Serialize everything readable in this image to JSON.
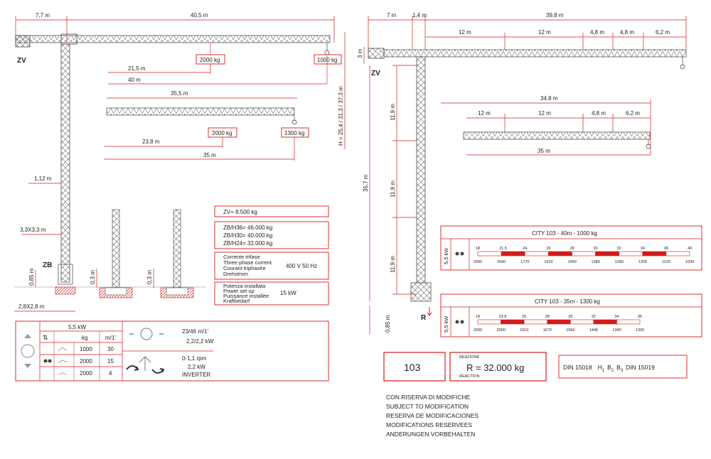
{
  "left": {
    "dim_top": [
      "7,7 m",
      "40,5 m"
    ],
    "zv": "ZV",
    "zb": "ZB",
    "main_loads": [
      "2000 kg",
      "1000 kg"
    ],
    "main_dims": [
      "21,5 m",
      "40 m"
    ],
    "height_label": "H = 25,4 / 31,3 / 37,3 m",
    "jib35_top": "35,5 m",
    "jib35_loads": [
      "2000 kg",
      "1300 kg"
    ],
    "jib35_dims": [
      "23,8 m",
      "35 m"
    ],
    "mast_width": "1,12 m",
    "base_size": "3,3X3,3 m",
    "base_height": "0,85 m",
    "base_foot": "2,8X2,8 m",
    "found_heights": [
      "0,3 m",
      "0,3 m"
    ]
  },
  "specs": {
    "zv": "ZV=     8.500 kg",
    "zb_lines": [
      "ZB/H36= 46.000 kg",
      "ZB/H30= 40.000 kg",
      "ZB/H24= 32.000 kg"
    ],
    "current_lines": [
      "Corrente trifase",
      "Three-phase current",
      "Courant triphasèe",
      "Drehstrom"
    ],
    "current_value": "400 V 50 Hz",
    "power_lines": [
      "Potenza installata",
      "Power set up",
      "Puissance installèe",
      "Kraftbedarf"
    ],
    "power_value": "15 kW"
  },
  "hoist": {
    "power": "5,5  kW",
    "col_kg": "kg",
    "col_speed": "m/1'",
    "rows": [
      {
        "kg": "1000",
        "speed": "30"
      },
      {
        "kg": "2000",
        "speed": "15"
      },
      {
        "kg": "2000",
        "speed": "4"
      }
    ],
    "trolley_speed": "23/46 m/1'",
    "trolley_power": "2,2/2,2 kW",
    "slew_speed": "0-1,1 rpm",
    "slew_power": "2,2 kW",
    "slew_drive": "INVERTER"
  },
  "right": {
    "dim_top": [
      "7 m",
      "1,4 m",
      "39,8 m"
    ],
    "segments": [
      "12 m",
      "12 m",
      "4,8 m",
      "4,8 m",
      "6,2 m"
    ],
    "head_h": "3 m",
    "zv": "ZV",
    "mast_sections": [
      "11,9 m",
      "11,9 m",
      "11,9 m"
    ],
    "total_h": "35,7 m",
    "base_h": "0,85 m",
    "r_label": "R",
    "jib35_total": "34,8 m",
    "jib35_segments": [
      "12 m",
      "12 m",
      "4,8 m",
      "6,2 m"
    ],
    "jib35_len": "35 m"
  },
  "load_chart_40": {
    "title": "CITY 103 - 40m - 1000 kg",
    "power": "5,5 kW",
    "radii": [
      "18",
      "21.5",
      "24",
      "26",
      "28",
      "30",
      "32",
      "34",
      "36",
      "40"
    ],
    "loads": [
      "2000",
      "2000",
      "1770",
      "1620",
      "1490",
      "1380",
      "1280",
      "1200",
      "1120",
      "1000"
    ]
  },
  "load_chart_35": {
    "title": "CITY 103 - 35m - 1300 kg",
    "power": "5,5 kW",
    "radii": [
      "18",
      "23.8",
      "26",
      "28",
      "30",
      "32",
      "34",
      "35"
    ],
    "loads": [
      "2000",
      "2000",
      "1810",
      "1670",
      "1560",
      "1440",
      "1340",
      "1300"
    ]
  },
  "model": "103",
  "reaction": {
    "label_top": "REAZIONE",
    "value": "R = 32.000 kg",
    "label_bottom": "REACTION"
  },
  "din": {
    "prefix": "DIN 15018",
    "h": "H",
    "h_sub": "1",
    "b2": "B",
    "b2_sub": "2",
    "b3": "B",
    "b3_sub": "3",
    "suffix": "DIN 15019"
  },
  "notes": [
    "CON RISERVA DI MODIFICHE",
    "SUBJECT TO MODIFICATION",
    "RESERVA DE MODIFICACIONES",
    "MODIFICATIONS RESERVEES",
    "ANDERUNGEN VORBEHALTEN"
  ],
  "colors": {
    "accent": "#d41c1c",
    "line": "#555555",
    "dim": "#cc2222"
  }
}
